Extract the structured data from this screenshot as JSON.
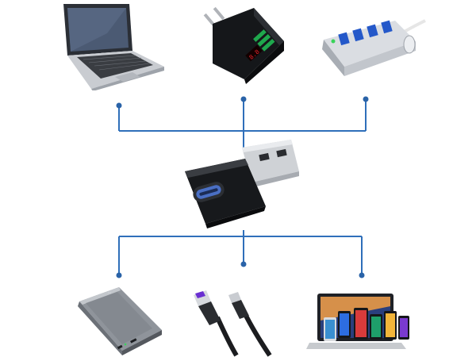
{
  "diagram": {
    "title": "",
    "colors": {
      "connector": "#2f6fba",
      "dot": "#2a63a8",
      "background": "#ffffff"
    },
    "hub": {
      "name": "usb-a-to-usb-c-adapter",
      "icon": "usb-adapter-icon"
    },
    "top_devices": [
      {
        "name": "laptop",
        "icon": "laptop-icon"
      },
      {
        "name": "wall-charger",
        "icon": "wall-charger-icon"
      },
      {
        "name": "usb-hub",
        "icon": "usb-hub-icon"
      }
    ],
    "bottom_devices": [
      {
        "name": "power-bank",
        "icon": "power-bank-icon"
      },
      {
        "name": "usb-c-cable",
        "icon": "usb-c-cable-icon"
      },
      {
        "name": "laptop-and-phones",
        "icon": "laptop-phones-icon"
      }
    ]
  }
}
